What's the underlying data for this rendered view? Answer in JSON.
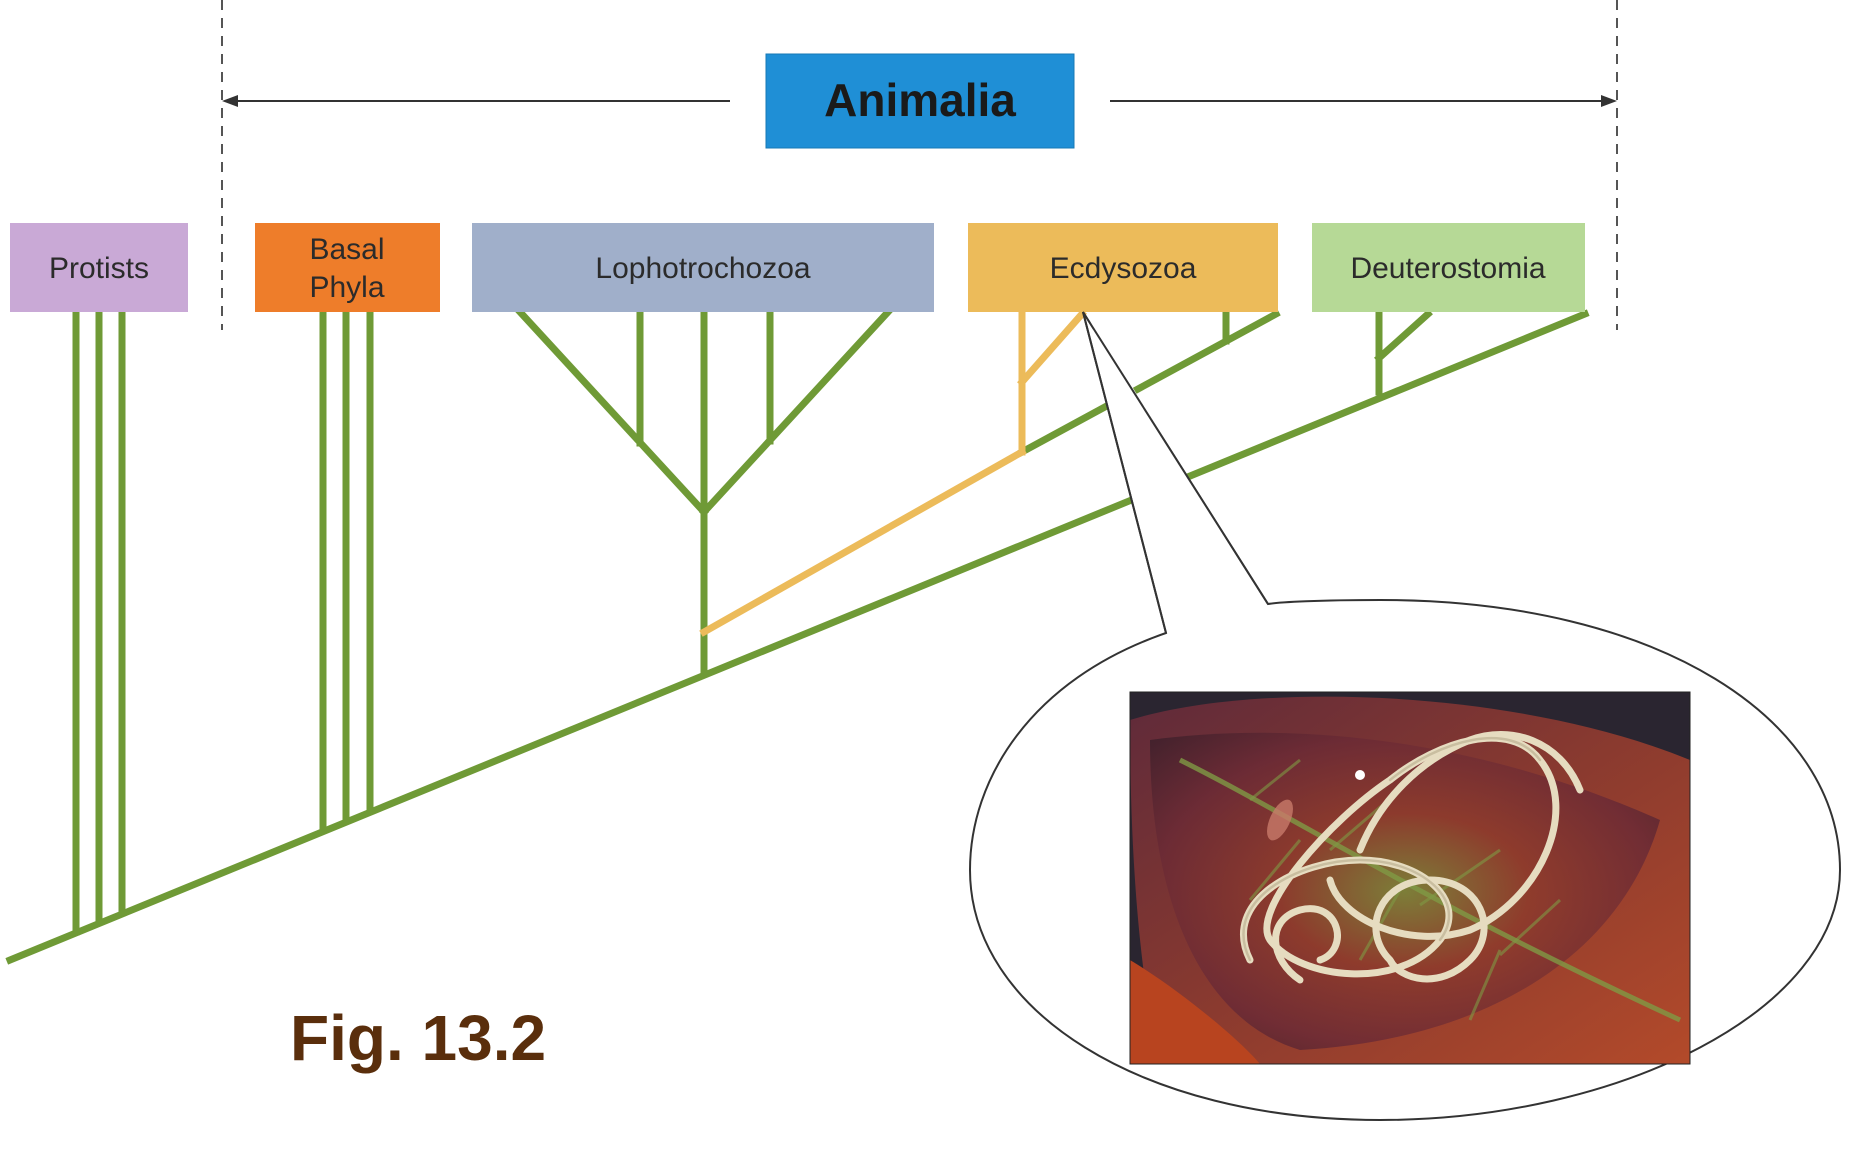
{
  "header": {
    "title": "Animalia",
    "color": "#1f8fd6"
  },
  "groups": [
    {
      "id": "protists",
      "label_lines": [
        "Protists"
      ],
      "color": "#c9a9d6"
    },
    {
      "id": "basal-phyla",
      "label_lines": [
        "Basal",
        "Phyla"
      ],
      "color": "#ee7d2a"
    },
    {
      "id": "lophotrochozoa",
      "label_lines": [
        "Lophotrochozoa"
      ],
      "color": "#a0afca"
    },
    {
      "id": "ecdysozoa",
      "label_lines": [
        "Ecdysozoa"
      ],
      "color": "#ecbb5a"
    },
    {
      "id": "deuterostomia",
      "label_lines": [
        "Deuterostomia"
      ],
      "color": "#b6d996"
    }
  ],
  "colors": {
    "branch": "#6f9a36",
    "highlight_branch": "#ecbb5a",
    "caption": "#5a2e0c"
  },
  "inset": {
    "icon": "nematode-on-leaf-photo"
  },
  "caption": "Fig. 13.2"
}
